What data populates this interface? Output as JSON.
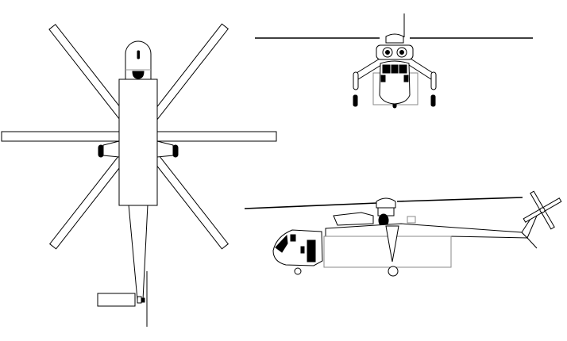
{
  "drawing": {
    "views": [
      "top",
      "front",
      "side"
    ],
    "colors": {
      "line": "#000000",
      "outline_gray": "#888888",
      "background": "#ffffff"
    },
    "main_rotor_blades": 6,
    "tail_rotor_blades": 4
  }
}
